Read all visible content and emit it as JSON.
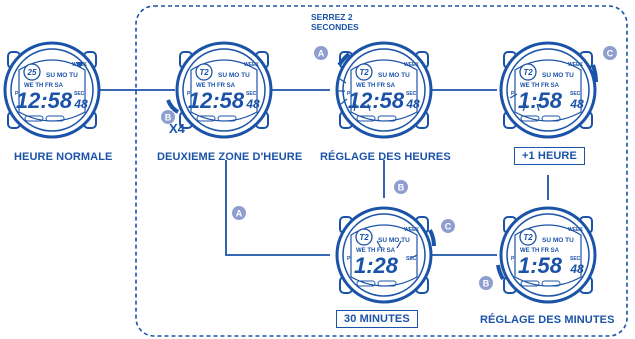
{
  "labels": {
    "normal": "HEURE NORMALE",
    "zone2": "DEUXIEME ZONE D'HEURE",
    "hours": "RÉGLAGE DES HEURES",
    "plus_hour": "+1 HEURE",
    "minutes30": "30 MINUTES",
    "minutes": "RÉGLAGE DES MINUTES"
  },
  "note": {
    "line1": "SERREZ 2",
    "line2": "SECONDES"
  },
  "press_count": "X4",
  "buttons": {
    "a": "A",
    "b": "B",
    "c": "C"
  },
  "watch_text": {
    "week": "WEEK",
    "sec": "SEC.",
    "day_row1": "SU MO TU",
    "day_row2": "WE TH FR SA",
    "zone_indicator": "T2",
    "day_indicator": "25",
    "p": "P"
  },
  "watches": [
    {
      "id": "normal",
      "time": "12:58",
      "seconds": "48",
      "indicator": "25"
    },
    {
      "id": "zone2",
      "time": "12:58",
      "seconds": "48",
      "indicator": "T2"
    },
    {
      "id": "hours",
      "time": "12:58",
      "seconds": "48",
      "indicator": "T2"
    },
    {
      "id": "plus-hour",
      "time": "1:58",
      "seconds": "48",
      "indicator": "T2"
    },
    {
      "id": "min30",
      "time": "1:28",
      "seconds": "",
      "indicator": "T2"
    },
    {
      "id": "minutes",
      "time": "1:58",
      "seconds": "48",
      "indicator": "T2"
    }
  ],
  "colors": {
    "primary": "#1b53a8",
    "accent": "#2f6fd6",
    "badge": "#8e9fcf"
  }
}
